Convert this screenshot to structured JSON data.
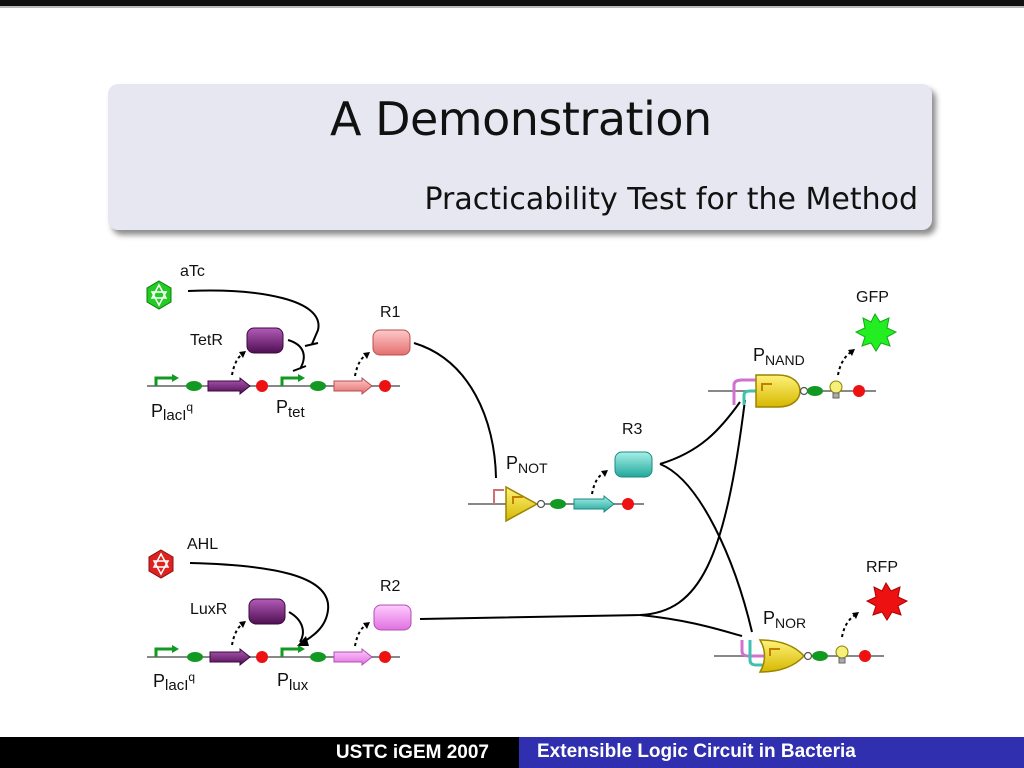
{
  "slide": {
    "title": "A Demonstration",
    "subtitle": "Practicability Test for the Method"
  },
  "diagram": {
    "inducers": {
      "top": "aTc",
      "bottom": "AHL"
    },
    "proteins": {
      "top": "TetR",
      "bottom": "LuxR"
    },
    "repressors": {
      "r1": "R1",
      "r2": "R2",
      "r3": "R3"
    },
    "promoters": {
      "placiq_top_main": "P",
      "placiq_top_sub": "lacI",
      "placiq_top_sup": "q",
      "ptet_main": "P",
      "ptet_sub": "tet",
      "placiq_bottom_main": "P",
      "placiq_bottom_sub": "lacI",
      "placiq_bottom_sup": "q",
      "plux_main": "P",
      "plux_sub": "lux",
      "pnot_main": "P",
      "pnot_sub": "NOT",
      "pnand_main": "P",
      "pnand_sub": "NAND",
      "pnor_main": "P",
      "pnor_sub": "NOR"
    },
    "outputs": {
      "gfp": "GFP",
      "rfp": "RFP"
    },
    "colors": {
      "atc": "#22cc22",
      "ahl": "#dd2222",
      "regulator": "#6a1a6e",
      "r1": "#f08c8c",
      "r2": "#ee88ee",
      "r3": "#3cc4b8",
      "gate": "#f3dc22",
      "rbs": "#119922",
      "terminator": "#ee1111",
      "gfp": "#22ee22",
      "rfp": "#ee1111"
    }
  },
  "footer": {
    "author": "USTC iGEM 2007",
    "topic": "Extensible Logic Circuit in Bacteria"
  }
}
